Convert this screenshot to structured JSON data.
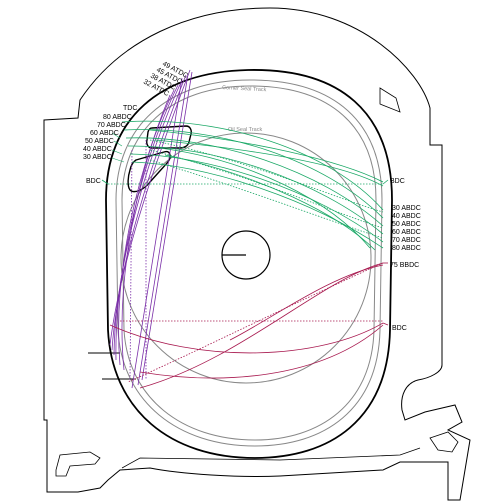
{
  "diagram": {
    "colors": {
      "housing": "#000000",
      "track": "#888888",
      "intake": "#7a2fa8",
      "transfer": "#1aa866",
      "exhaust": "#a8194f"
    },
    "track_labels": {
      "corner_seal": "Corner Seal Track",
      "oil_seal": "Oil Seal Track"
    },
    "left_labels": {
      "tdc": "TDC",
      "abdc80": "80 ABDC",
      "abdc70": "70 ABDC",
      "abdc60": "60 ABDC",
      "abdc50": "50 ABDC",
      "abdc40": "40 ABDC",
      "abdc30": "30 ABDC",
      "bdc": "BDC"
    },
    "top_labels": {
      "atdc49": "49 ATDC",
      "atdc45": "45 ATDC",
      "atdc38": "38 ATDC",
      "atdc32": "32 ATDC"
    },
    "right_labels": {
      "bdc_top": "BDC",
      "abdc30": "30 ABDC",
      "abdc40": "40 ABDC",
      "abdc50": "50 ABDC",
      "abdc60": "60 ABDC",
      "abdc70": "70 ABDC",
      "abdc80": "80 ABDC",
      "bbdc75": "75 BBDC",
      "bdc_bottom": "BDC"
    }
  }
}
